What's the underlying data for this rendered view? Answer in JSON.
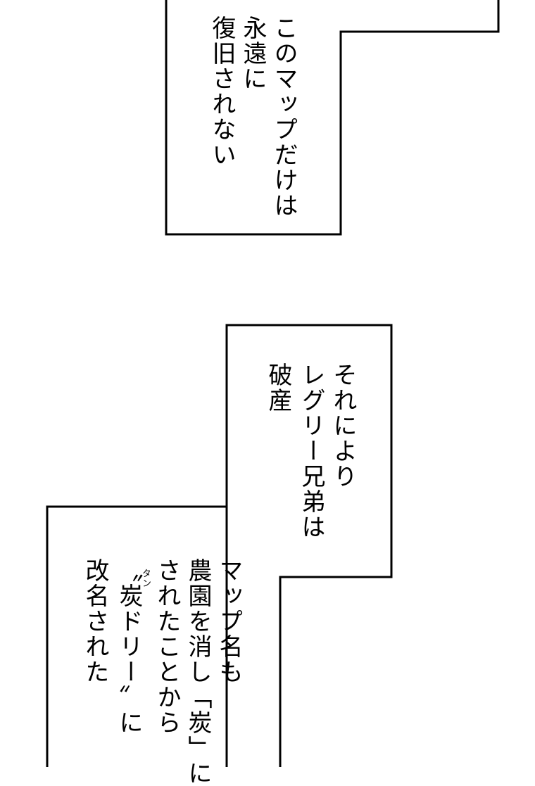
{
  "caption_top": {
    "lines": [
      "このマップだけは",
      "永遠に",
      "復旧されない"
    ]
  },
  "caption_middle": {
    "lines": [
      "それにより",
      "レグリー兄弟は",
      "破産"
    ]
  },
  "caption_bottom": {
    "lines": [
      "マップ名も",
      "農園を消し「炭」に",
      "されたことから",
      "〝炭ドリー〟に",
      "改名された"
    ],
    "ruby": "タン"
  },
  "colors": {
    "ink": "#000000",
    "paper": "#ffffff"
  }
}
